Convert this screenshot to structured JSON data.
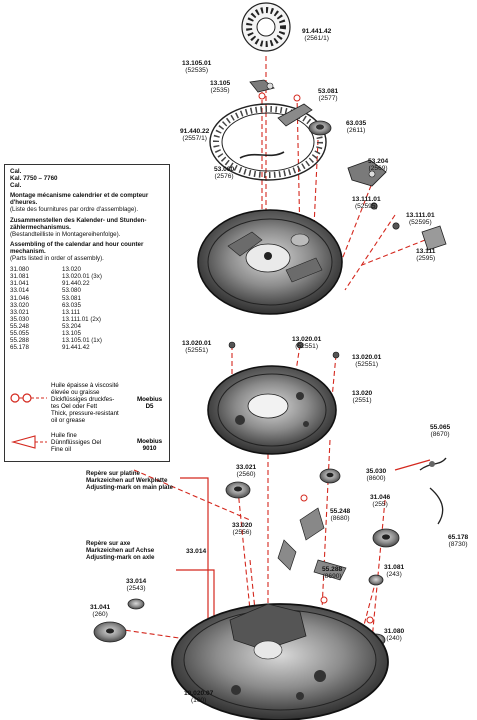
{
  "labels": {
    "top_disc": {
      "num": "91.441.42",
      "sub": "(2561/1)"
    },
    "p13105_01_top": {
      "num": "13.105.01",
      "sub": "(52535)"
    },
    "p13105": {
      "num": "13.105",
      "sub": "(2535)"
    },
    "p53081": {
      "num": "53.081",
      "sub": "(2577)"
    },
    "p91440": {
      "num": "91.440.22",
      "sub": "(2557/1)"
    },
    "p63035": {
      "num": "63.035",
      "sub": "(2611)"
    },
    "p53080": {
      "num": "53.080",
      "sub": "(2576)"
    },
    "p53204": {
      "num": "53.204",
      "sub": "(2569)"
    },
    "p13111_01a": {
      "num": "13.111.01",
      "sub": "(52595)"
    },
    "p13111_01b": {
      "num": "13.111.01",
      "sub": "(52595)"
    },
    "p13111": {
      "num": "13.111",
      "sub": "(2595)"
    },
    "p13020_01a": {
      "num": "13.020.01",
      "sub": "(52551)"
    },
    "p13020_01b": {
      "num": "13.020.01",
      "sub": "(52551)"
    },
    "p13020_01c": {
      "num": "13.020.01",
      "sub": "(52551)"
    },
    "p13020": {
      "num": "13.020",
      "sub": "(2551)"
    },
    "p55065": {
      "num": "55.065",
      "sub": "(8670)"
    },
    "p35030": {
      "num": "35.030",
      "sub": "(8600)"
    },
    "p33021": {
      "num": "33.021",
      "sub": "(2560)"
    },
    "p55248": {
      "num": "55.248",
      "sub": "(8680)"
    },
    "p31046": {
      "num": "31.046",
      "sub": "(255)"
    },
    "p65178": {
      "num": "65.178",
      "sub": "(8730)"
    },
    "p33020": {
      "num": "33.020",
      "sub": "(2556)"
    },
    "p33014_mid": {
      "num": "33.014",
      "sub": ""
    },
    "p55288": {
      "num": "55.288",
      "sub": "(8690)"
    },
    "p31081": {
      "num": "31.081",
      "sub": "(243)"
    },
    "p33014": {
      "num": "33.014",
      "sub": "(2543)"
    },
    "p31041": {
      "num": "31.041",
      "sub": "(260)"
    },
    "p31080": {
      "num": "31.080",
      "sub": "(240)"
    },
    "p10020": {
      "num": "10.020.07",
      "sub": "(100)"
    }
  },
  "notes": {
    "plate_mark": [
      "Repère sur platine",
      "Markzeichen auf Werkplatte",
      "Adjusting-mark on main plate"
    ],
    "axe_mark": [
      "Repère sur axe",
      "Markzeichen auf Achse",
      "Adjusting-mark on axle"
    ]
  },
  "infobox": {
    "cal_lines": [
      "Cal.",
      "Kal. 7750 – 7760",
      "Cal."
    ],
    "title_fr": "Montage mécanisme calendrier et de compteur d'heures.",
    "sub_fr": "(Liste des fournitures par ordre d'assemblage).",
    "title_de": "Zusammenstellen des Kalender- und Stunden-zählermechanismus.",
    "sub_de": "(Bestandteilliste in Montagereihenfolge).",
    "title_en": "Assembling of the calendar and hour counter mechanism.",
    "sub_en": "(Parts listed in order of assembly).",
    "parts_left": [
      "31.080",
      "31.081",
      "31.041",
      "33.014",
      "31.046",
      "33.020",
      "33.021",
      "35.030",
      "55.248",
      "55.055",
      "55.288",
      "65.178"
    ],
    "parts_right": [
      "13.020",
      "13.020.01 (3x)",
      "91.440.22",
      "53.080",
      "53.081",
      "63.035",
      "13.111",
      "13.111.01 (2x)",
      "53.204",
      "13.105",
      "13.105.01 (1x)",
      "91.441.42"
    ]
  },
  "legend": {
    "thick": [
      "Huile épaisse à viscosité",
      "élevée ou graisse",
      "Dickflüssiges druckfes-",
      "tes Oel oder Fett",
      "Thick, pressure-resistant",
      "oil or grease"
    ],
    "thick_brand": [
      "Moebius",
      "D5"
    ],
    "fine": [
      "Huile fine",
      "Dünnflüssiges Oel",
      "Fine oil"
    ],
    "fine_brand": [
      "Moebius",
      "9010"
    ]
  },
  "colors": {
    "accent": "#d4281e",
    "ink": "#222222",
    "metal_dark": "#3a3a3a",
    "metal_light": "#9a9a9a"
  }
}
